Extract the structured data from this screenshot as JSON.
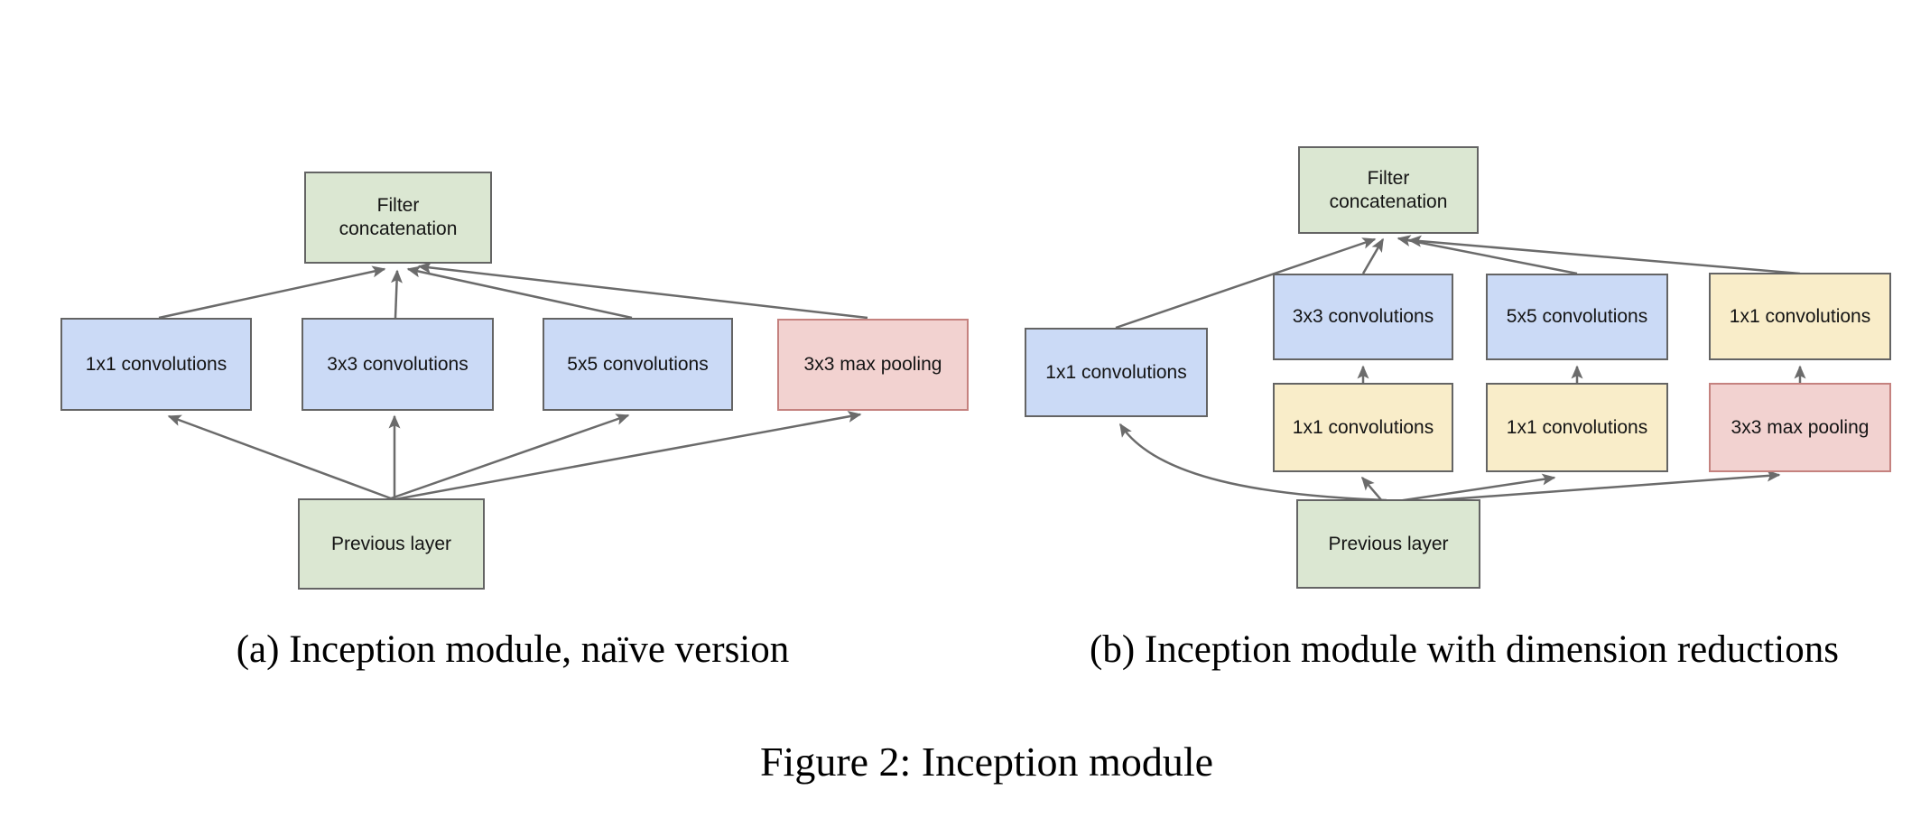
{
  "figure": {
    "main_caption": "Figure 2: Inception module",
    "panel_a": {
      "caption": "(a) Inception module, naïve version",
      "nodes": {
        "filter_concat": {
          "label": "Filter concatenation"
        },
        "conv1": {
          "label": "1x1 convolutions"
        },
        "conv3": {
          "label": "3x3 convolutions"
        },
        "conv5": {
          "label": "5x5 convolutions"
        },
        "maxpool": {
          "label": "3x3 max pooling"
        },
        "prev": {
          "label": "Previous layer"
        }
      }
    },
    "panel_b": {
      "caption": "(b) Inception module with dimension reductions",
      "nodes": {
        "filter_concat": {
          "label": "Filter concatenation"
        },
        "conv1_left": {
          "label": "1x1 convolutions"
        },
        "conv3": {
          "label": "3x3 convolutions"
        },
        "conv5": {
          "label": "5x5 convolutions"
        },
        "conv1_right": {
          "label": "1x1 convolutions"
        },
        "reduce1": {
          "label": "1x1 convolutions"
        },
        "reduce2": {
          "label": "1x1 convolutions"
        },
        "maxpool": {
          "label": "3x3 max pooling"
        },
        "prev": {
          "label": "Previous layer"
        }
      }
    }
  },
  "colors": {
    "green_fill": "#dbe7d2",
    "blue_fill": "#cbdaf6",
    "yellow_fill": "#f9edc9",
    "red_fill": "#f2d2d0",
    "gray_border": "#646464",
    "red_border": "#c5827f",
    "arrow": "#6b6b6b"
  }
}
